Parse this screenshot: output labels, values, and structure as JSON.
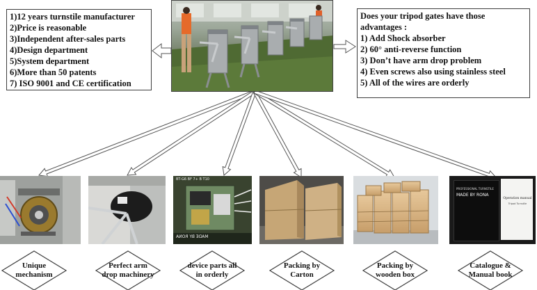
{
  "left_box": {
    "lines": [
      "1)12 years turnstile manufacturer",
      "2)Price is reasonable",
      "3)Independent after-sales parts",
      "4)Design department",
      "5)System department",
      "6)More than 50 patents",
      "7) ISO 9001 and CE certification"
    ]
  },
  "right_box": {
    "lines": [
      "Does your tripod gates have those",
      "advantages :",
      "1) Add Shock absorber",
      "2) 60° anti-reverse  function",
      "3) Don’t have arm drop problem",
      "4) Even  screws also using stainless steel",
      "5) All of the wires are orderly"
    ]
  },
  "features": [
    {
      "label": "Unique\nmechanism"
    },
    {
      "label": "Perfect  arm\ndrop machinery"
    },
    {
      "label": "device parts all\nin orderly"
    },
    {
      "label": "Packing by\nCarton"
    },
    {
      "label": "Packing by\nwooden box"
    },
    {
      "label": "Catalogue &\nManual book"
    }
  ],
  "photo_text": {
    "pcb_header": "BT-G6 BF 7+ B T10",
    "pcb_brand": "MADE BY RONA",
    "catalogue_line1": "PROFESSIONAL TURNSTILE",
    "catalogue_line2": "MADE BY RONA",
    "manual_title": "Operation manual",
    "manual_sub": "Tripod Turnstile"
  },
  "colors": {
    "border": "#3c3c3c",
    "arrow_fill": "#ffffff",
    "arrow_stroke": "#555555"
  }
}
